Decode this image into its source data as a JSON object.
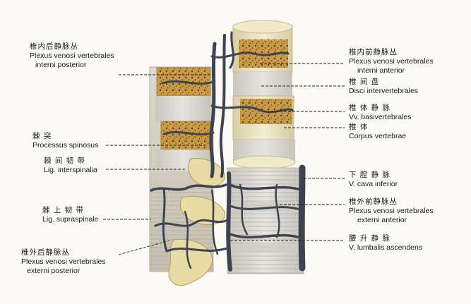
{
  "labels": {
    "post_internal_plexus": {
      "zh": "椎内后静脉丛",
      "latin_1": "Plexus venosi vertebrales",
      "latin_2": "interni posterior"
    },
    "spinous_process": {
      "zh": "棘 突",
      "latin_1": "Processus spinosus"
    },
    "interspinous_ligament": {
      "zh": "棘 间 韧 带",
      "latin_1": "Lig. interspinalia"
    },
    "supraspinous_ligament": {
      "zh": "棘 上 韧 带",
      "latin_1": "Lig. supraspinale"
    },
    "post_external_plexus": {
      "zh": "椎外后静脉丛",
      "latin_1": "Plexus venosi vertebrales",
      "latin_2": "externi posterior"
    },
    "ant_internal_plexus": {
      "zh": "椎内前静脉丛",
      "latin_1": "Plexus venosi vertebrales",
      "latin_2": "interni anterior"
    },
    "intervertebral_disc": {
      "zh": "椎 间 盘",
      "latin_1": "Disci intervertebrales"
    },
    "basivertebral_veins": {
      "zh": "椎 体 静 脉",
      "latin_1": "Vv. basivertebrales"
    },
    "vertebral_body": {
      "zh": "椎 体",
      "latin_1": "Corpus vertebrae"
    },
    "inferior_vena_cava": {
      "zh": "下 腔 静 脉",
      "latin_1": "V. cava inferior"
    },
    "ant_external_plexus": {
      "zh": "椎外前静脉丛",
      "latin_1": "Plexus venosi vertebrales",
      "latin_2": "externi anterior"
    },
    "ascending_lumbar_vein": {
      "zh": "腰 升 静 脉",
      "latin_1": "V. lumbalis ascendens"
    }
  },
  "colors": {
    "background": "#fbfaf6",
    "bone": "#eee6c4",
    "bone_edge": "#c9b789",
    "marrow": "#c99a45",
    "marrow_dot": "#5a3d1c",
    "disc": "#d8d6cf",
    "vein": "#3d4450",
    "leader": "#222222",
    "text": "#1a1a1a"
  }
}
